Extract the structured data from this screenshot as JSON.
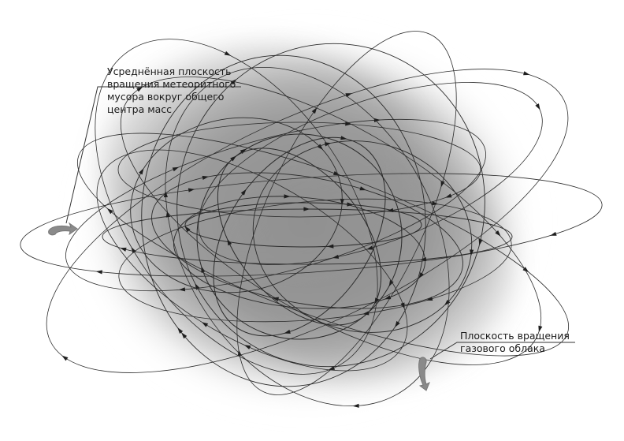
{
  "labels": {
    "debris_plane": [
      "Усреднённая плоскость",
      "вращения метеоритного",
      "мусора вокруг общего",
      "центра масс"
    ],
    "gas_plane": [
      "Плоскость вращения",
      "газового облака"
    ]
  },
  "colors": {
    "background": "#ffffff",
    "cloud_core": "#8c8c8c",
    "orbit_line": "#2b2b2b",
    "rotation_arrow": "#8a8a8a"
  },
  "icons": {
    "debris_rotation": "curved-arrow-icon",
    "gas_rotation": "curved-arrow-icon"
  }
}
